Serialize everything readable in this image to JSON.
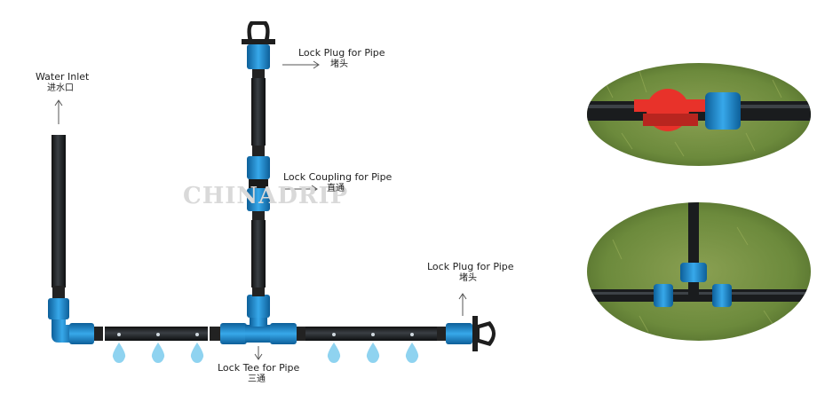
{
  "labels": {
    "water_inlet": {
      "en": "Water Inlet",
      "cn": "进水口"
    },
    "lock_plug_top": {
      "en": "Lock Plug for Pipe",
      "cn": "堵头"
    },
    "lock_coupling": {
      "en": "Lock Coupling for Pipe",
      "cn": "直通"
    },
    "lock_tee": {
      "en": "Lock Tee for Pipe",
      "cn": "三通"
    },
    "lock_plug_right": {
      "en": "Lock Plug for Pipe",
      "cn": "堵头"
    }
  },
  "watermark": "CHINADRIP",
  "colors": {
    "pipe": "#1c1f22",
    "fitting_blue": "#1f8fd6",
    "fitting_dark": "#0d5f99",
    "water_drop": "#8fd3f0",
    "valve_red": "#e8322a",
    "grass": "#6f8a3f",
    "label_text": "#222222"
  },
  "photos": [
    {
      "name": "valve-photo"
    },
    {
      "name": "tee-photo"
    }
  ]
}
